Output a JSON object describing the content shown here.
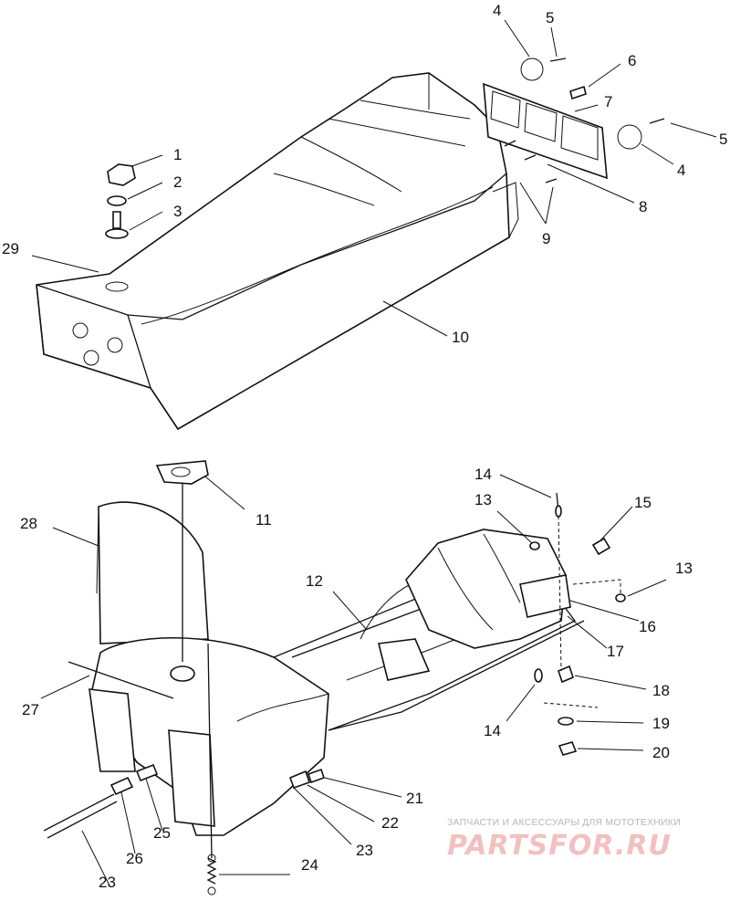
{
  "diagram": {
    "callouts": [
      {
        "key": "1",
        "text": "1"
      },
      {
        "key": "2",
        "text": "2"
      },
      {
        "key": "3",
        "text": "3"
      },
      {
        "key": "4a",
        "text": "4"
      },
      {
        "key": "4b",
        "text": "4"
      },
      {
        "key": "5a",
        "text": "5"
      },
      {
        "key": "5b",
        "text": "5"
      },
      {
        "key": "6",
        "text": "6"
      },
      {
        "key": "7",
        "text": "7"
      },
      {
        "key": "8",
        "text": "8"
      },
      {
        "key": "9",
        "text": "9"
      },
      {
        "key": "10",
        "text": "10"
      },
      {
        "key": "11",
        "text": "11"
      },
      {
        "key": "12",
        "text": "12"
      },
      {
        "key": "13a",
        "text": "13"
      },
      {
        "key": "13b",
        "text": "13"
      },
      {
        "key": "14a",
        "text": "14"
      },
      {
        "key": "14b",
        "text": "14"
      },
      {
        "key": "15",
        "text": "15"
      },
      {
        "key": "16",
        "text": "16"
      },
      {
        "key": "17",
        "text": "17"
      },
      {
        "key": "18",
        "text": "18"
      },
      {
        "key": "19",
        "text": "19"
      },
      {
        "key": "20",
        "text": "20"
      },
      {
        "key": "21",
        "text": "21"
      },
      {
        "key": "22",
        "text": "22"
      },
      {
        "key": "23a",
        "text": "23"
      },
      {
        "key": "23b",
        "text": "23"
      },
      {
        "key": "24",
        "text": "24"
      },
      {
        "key": "25",
        "text": "25"
      },
      {
        "key": "26",
        "text": "26"
      },
      {
        "key": "27",
        "text": "27"
      },
      {
        "key": "28",
        "text": "28"
      },
      {
        "key": "29",
        "text": "29"
      }
    ]
  },
  "watermark": {
    "caption": "ЗАПЧАСТИ И АКСЕССУАРЫ ДЛЯ МОТОТЕХНИКИ",
    "logo_text": "PARTSFOR.RU"
  }
}
